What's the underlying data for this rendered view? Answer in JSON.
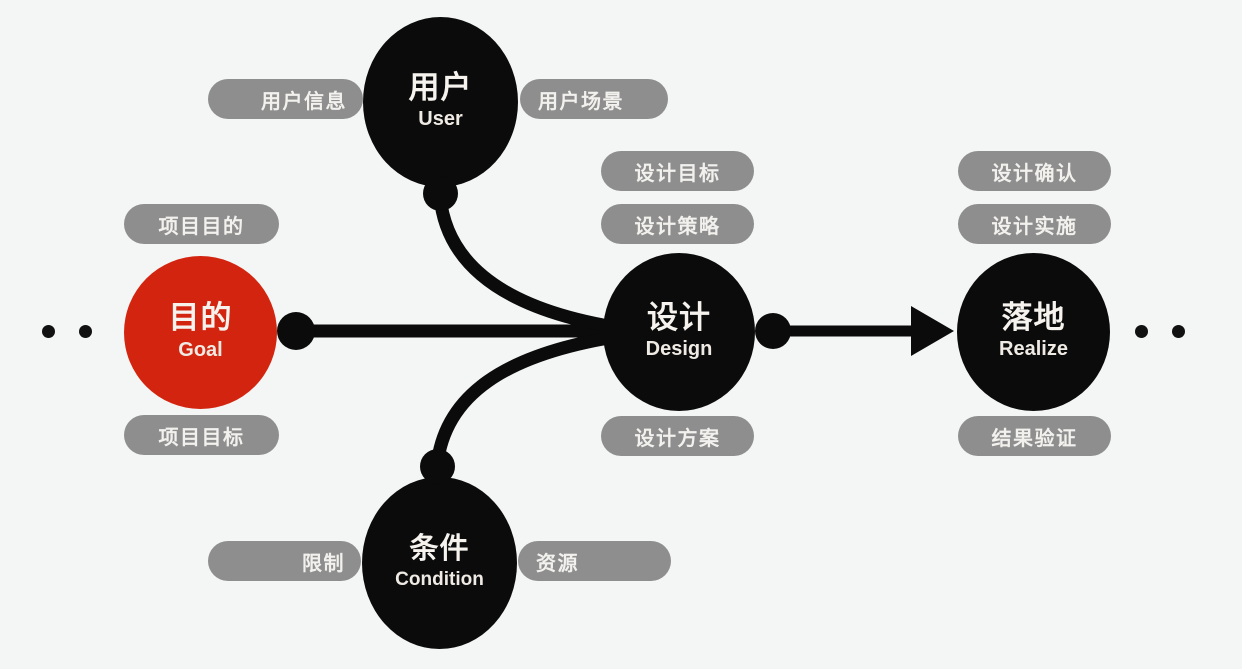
{
  "diagram": {
    "title": "Design Process Flow Diagram",
    "background_color": "#f4f6f5",
    "accent_color": "#d2240f",
    "node_color": "#0b0b0b",
    "pill_color": "#8e8e8e",
    "nodes": [
      {
        "id": "goal",
        "cn": "目的",
        "en": "Goal",
        "color": "#d2240f"
      },
      {
        "id": "user",
        "cn": "用户",
        "en": "User",
        "color": "#0b0b0b"
      },
      {
        "id": "condition",
        "cn": "条件",
        "en": "Condition",
        "color": "#0b0b0b"
      },
      {
        "id": "design",
        "cn": "设计",
        "en": "Design",
        "color": "#0b0b0b"
      },
      {
        "id": "realize",
        "cn": "落地",
        "en": "Realize",
        "color": "#0b0b0b"
      }
    ],
    "pills": {
      "goal_top": "项目目的",
      "goal_bottom": "项目目标",
      "user_left": "用户信息",
      "user_right": "用户场景",
      "condition_left": "限制",
      "condition_right": "资源",
      "design_top1": "设计目标",
      "design_top2": "设计策略",
      "design_bottom": "设计方案",
      "realize_top1": "设计确认",
      "realize_top2": "设计实施",
      "realize_bottom": "结果验证"
    },
    "ellipsis": {
      "left_count": 2,
      "right_count": 2
    }
  }
}
